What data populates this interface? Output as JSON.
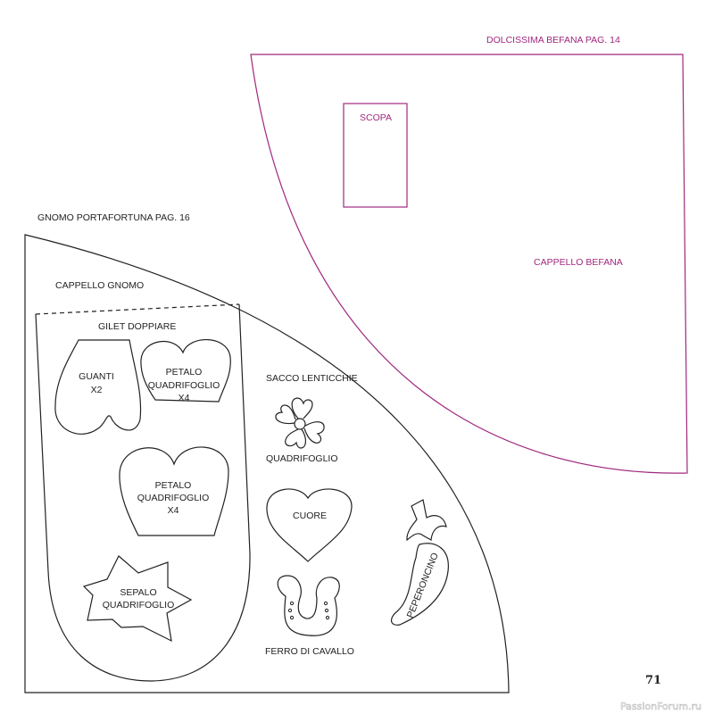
{
  "befana": {
    "title": "DOLCISSIMA BEFANA PAG. 14",
    "scopa": "SCOPA",
    "cappello": "CAPPELLO BEFANA",
    "color": "#a0287e"
  },
  "gnomo": {
    "title": "GNOMO PORTAFORTUNA PAG. 16",
    "cappello": "CAPPELLO GNOMO",
    "gilet": "GILET DOPPIARE",
    "guanti": [
      "GUANTI",
      "X2"
    ],
    "petalo_small": [
      "PETALO",
      "QUADRIFOGLIO",
      "X4"
    ],
    "petalo_big": [
      "PETALO",
      "QUADRIFOGLIO",
      "X4"
    ],
    "sepalo": [
      "SEPALO",
      "QUADRIFOGLIO"
    ],
    "sacco": "SACCO LENTICCHIE",
    "quadrifoglio": "QUADRIFOGLIO",
    "cuore": "CUORE",
    "ferro": "FERRO DI CAVALLO",
    "peperoncino": "PEPERONCINO"
  },
  "page_number": "71",
  "watermark": "PassionForum.ru"
}
